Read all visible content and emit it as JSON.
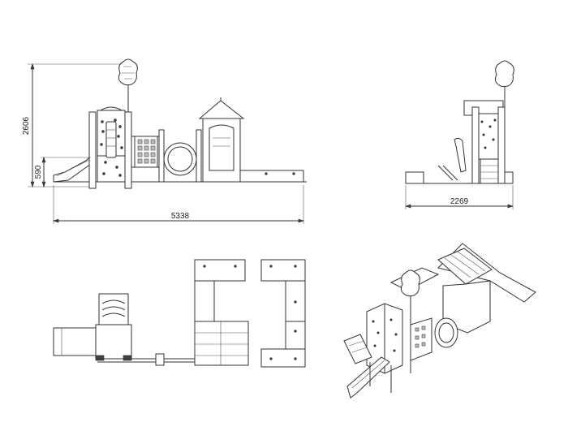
{
  "dimensions": {
    "total_height": "2606",
    "platform_height": "590",
    "front_width": "5338",
    "side_width": "2269"
  },
  "views": [
    "front-elevation",
    "side-elevation",
    "plan-view",
    "isometric-view"
  ]
}
